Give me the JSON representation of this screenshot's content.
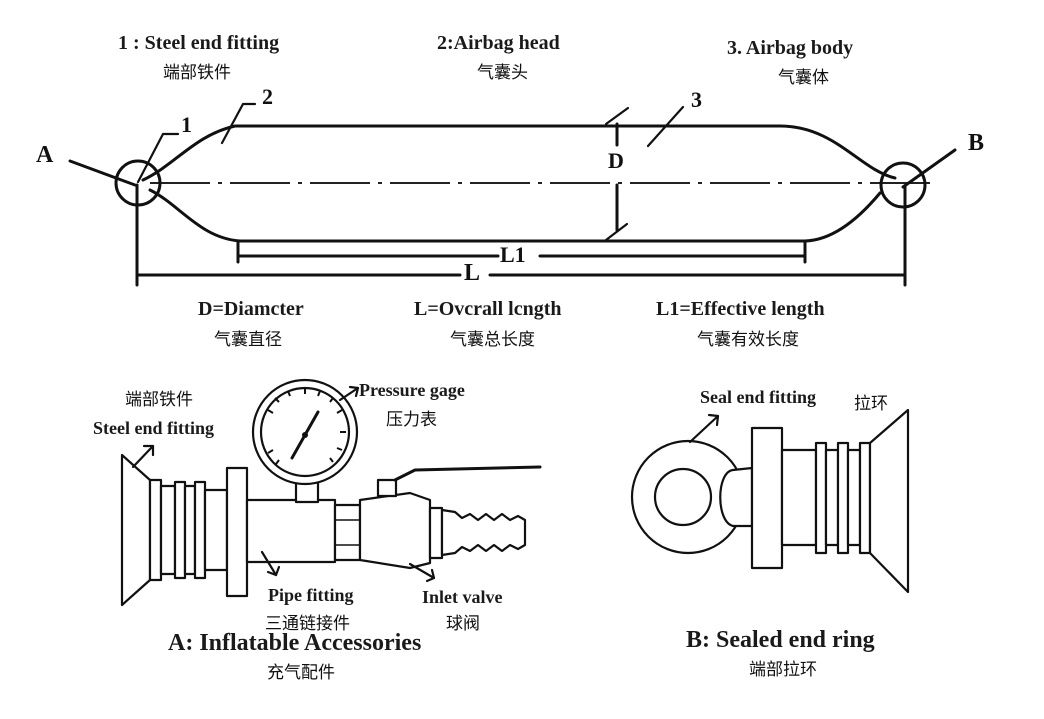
{
  "top_labels": {
    "steel_end_fitting": {
      "en": "1 : Steel end fitting",
      "zh": "端部铁件"
    },
    "airbag_head": {
      "en": "2:Airbag head",
      "zh": "气囊头"
    },
    "airbag_body": {
      "en": "3. Airbag body",
      "zh": "气囊体"
    }
  },
  "markers": {
    "a": "A",
    "b": "B",
    "one": "1",
    "two": "2",
    "three": "3",
    "d": "D",
    "l1": "L1",
    "l": "L"
  },
  "dimension_legend": {
    "diameter": {
      "en": "D=Diamcter",
      "zh": "气囊直径"
    },
    "overall_length": {
      "en": "L=Ovcrall lcngth",
      "zh": "气囊总长度"
    },
    "effective_length": {
      "en": "L1=Effective length",
      "zh": "气囊有效长度"
    }
  },
  "accessories": {
    "steel_end_fitting": {
      "zh": "端部铁件",
      "en": "Steel end fitting"
    },
    "pressure_gage": {
      "en": "Pressure gage",
      "zh": "压力表"
    },
    "pipe_fitting": {
      "en": "Pipe fitting",
      "zh": "三通链接件"
    },
    "inlet_valve": {
      "en": "Inlet valve",
      "zh": "球阀"
    },
    "caption": {
      "en": "A: Inflatable Accessories",
      "zh": "充气配件"
    }
  },
  "sealed_ring": {
    "seal_end_fitting": {
      "en": "Seal end fitting",
      "zh": "拉环"
    },
    "caption": {
      "en": "B: Sealed end ring",
      "zh": "端部拉环"
    }
  }
}
